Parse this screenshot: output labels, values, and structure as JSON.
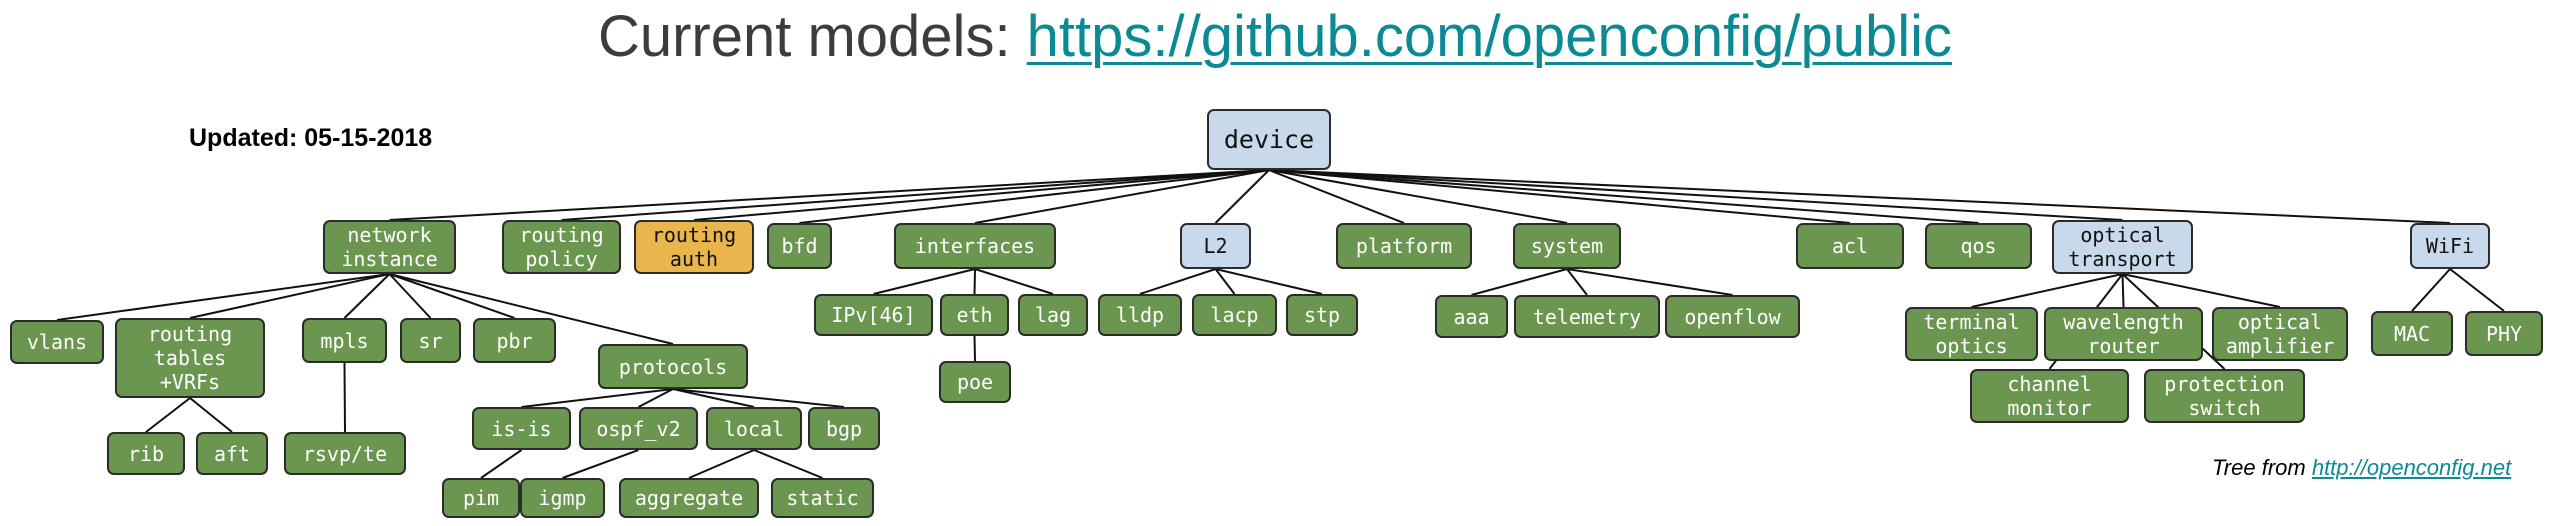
{
  "title": {
    "prefix": "Current models: ",
    "link_text": "https://github.com/openconfig/public"
  },
  "updated": "Updated: 05-15-2018",
  "credit": {
    "prefix": "Tree from ",
    "link_text": "http://openconfig.net"
  },
  "colors": {
    "green": "#6b9650",
    "blue": "#c9d9ec",
    "orange": "#e8b64d"
  },
  "nodes": {
    "device": {
      "label": "device",
      "color": "blue"
    },
    "network_instance": {
      "label": "network\ninstance",
      "color": "green"
    },
    "routing_policy": {
      "label": "routing\npolicy",
      "color": "green"
    },
    "routing_auth": {
      "label": "routing\nauth",
      "color": "orange"
    },
    "bfd": {
      "label": "bfd",
      "color": "green"
    },
    "interfaces": {
      "label": "interfaces",
      "color": "green"
    },
    "l2": {
      "label": "L2",
      "color": "blue"
    },
    "platform": {
      "label": "platform",
      "color": "green"
    },
    "system": {
      "label": "system",
      "color": "green"
    },
    "acl": {
      "label": "acl",
      "color": "green"
    },
    "qos": {
      "label": "qos",
      "color": "green"
    },
    "optical_transport": {
      "label": "optical\ntransport",
      "color": "blue"
    },
    "wifi": {
      "label": "WiFi",
      "color": "blue"
    },
    "vlans": {
      "label": "vlans",
      "color": "green"
    },
    "routing_tables": {
      "label": "routing\ntables\n+VRFs",
      "color": "green"
    },
    "mpls": {
      "label": "mpls",
      "color": "green"
    },
    "sr": {
      "label": "sr",
      "color": "green"
    },
    "pbr": {
      "label": "pbr",
      "color": "green"
    },
    "protocols": {
      "label": "protocols",
      "color": "green"
    },
    "rib": {
      "label": "rib",
      "color": "green"
    },
    "aft": {
      "label": "aft",
      "color": "green"
    },
    "rsvp_te": {
      "label": "rsvp/te",
      "color": "green"
    },
    "is_is": {
      "label": "is-is",
      "color": "green"
    },
    "ospf_v2": {
      "label": "ospf_v2",
      "color": "green"
    },
    "local": {
      "label": "local",
      "color": "green"
    },
    "bgp": {
      "label": "bgp",
      "color": "green"
    },
    "pim": {
      "label": "pim",
      "color": "green"
    },
    "igmp": {
      "label": "igmp",
      "color": "green"
    },
    "aggregate": {
      "label": "aggregate",
      "color": "green"
    },
    "static": {
      "label": "static",
      "color": "green"
    },
    "ipv46": {
      "label": "IPv[46]",
      "color": "green"
    },
    "eth": {
      "label": "eth",
      "color": "green"
    },
    "lag": {
      "label": "lag",
      "color": "green"
    },
    "poe": {
      "label": "poe",
      "color": "green"
    },
    "lldp": {
      "label": "lldp",
      "color": "green"
    },
    "lacp": {
      "label": "lacp",
      "color": "green"
    },
    "stp": {
      "label": "stp",
      "color": "green"
    },
    "aaa": {
      "label": "aaa",
      "color": "green"
    },
    "telemetry": {
      "label": "telemetry",
      "color": "green"
    },
    "openflow": {
      "label": "openflow",
      "color": "green"
    },
    "terminal_optics": {
      "label": "terminal\noptics",
      "color": "green"
    },
    "wavelength_router": {
      "label": "wavelength\nrouter",
      "color": "green"
    },
    "optical_amplifier": {
      "label": "optical\namplifier",
      "color": "green"
    },
    "channel_monitor": {
      "label": "channel\nmonitor",
      "color": "green"
    },
    "protection_switch": {
      "label": "protection\nswitch",
      "color": "green"
    },
    "mac": {
      "label": "MAC",
      "color": "green"
    },
    "phy": {
      "label": "PHY",
      "color": "green"
    }
  },
  "edges": [
    [
      "device",
      "network_instance"
    ],
    [
      "device",
      "routing_policy"
    ],
    [
      "device",
      "routing_auth"
    ],
    [
      "device",
      "bfd"
    ],
    [
      "device",
      "interfaces"
    ],
    [
      "device",
      "l2"
    ],
    [
      "device",
      "platform"
    ],
    [
      "device",
      "system"
    ],
    [
      "device",
      "acl"
    ],
    [
      "device",
      "qos"
    ],
    [
      "device",
      "optical_transport"
    ],
    [
      "device",
      "wifi"
    ],
    [
      "network_instance",
      "vlans"
    ],
    [
      "network_instance",
      "routing_tables"
    ],
    [
      "network_instance",
      "mpls"
    ],
    [
      "network_instance",
      "sr"
    ],
    [
      "network_instance",
      "pbr"
    ],
    [
      "network_instance",
      "protocols"
    ],
    [
      "routing_tables",
      "rib"
    ],
    [
      "routing_tables",
      "aft"
    ],
    [
      "mpls",
      "rsvp_te"
    ],
    [
      "protocols",
      "is_is"
    ],
    [
      "protocols",
      "ospf_v2"
    ],
    [
      "protocols",
      "local"
    ],
    [
      "protocols",
      "bgp"
    ],
    [
      "is_is",
      "pim"
    ],
    [
      "ospf_v2",
      "igmp"
    ],
    [
      "local",
      "aggregate"
    ],
    [
      "local",
      "static"
    ],
    [
      "interfaces",
      "ipv46"
    ],
    [
      "interfaces",
      "eth"
    ],
    [
      "interfaces",
      "lag"
    ],
    [
      "eth",
      "poe"
    ],
    [
      "l2",
      "lldp"
    ],
    [
      "l2",
      "lacp"
    ],
    [
      "l2",
      "stp"
    ],
    [
      "system",
      "aaa"
    ],
    [
      "system",
      "telemetry"
    ],
    [
      "system",
      "openflow"
    ],
    [
      "optical_transport",
      "terminal_optics"
    ],
    [
      "optical_transport",
      "wavelength_router"
    ],
    [
      "optical_transport",
      "optical_amplifier"
    ],
    [
      "optical_transport",
      "channel_monitor"
    ],
    [
      "optical_transport",
      "protection_switch"
    ],
    [
      "wifi",
      "mac"
    ],
    [
      "wifi",
      "phy"
    ]
  ]
}
